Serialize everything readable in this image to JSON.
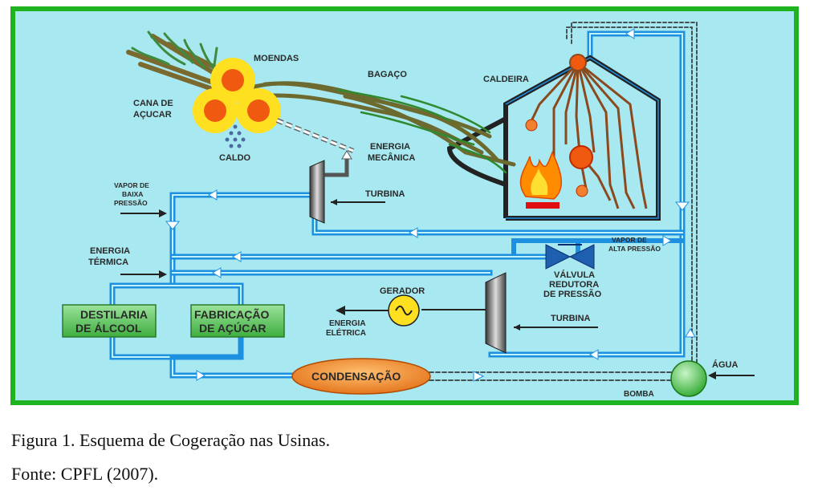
{
  "labels": {
    "moendas": "MOENDAS",
    "bagaco": "BAGAÇO",
    "caldeira": "CALDEIRA",
    "cana_line1": "CANA DE",
    "cana_line2": "AÇUCAR",
    "caldo": "CALDO",
    "energia_mec_line1": "ENERGIA",
    "energia_mec_line2": "MECÂNICA",
    "vapor_baixa_line1": "VAPOR DE",
    "vapor_baixa_line2": "BAIXA",
    "vapor_baixa_line3": "PRESSÃO",
    "turbina_top": "TURBINA",
    "energia_term_line1": "ENERGIA",
    "energia_term_line2": "TÉRMICA",
    "vapor_alta_line1": "VAPOR DE",
    "vapor_alta_line2": "ALTA PRESSÃO",
    "valvula_line1": "VÁLVULA",
    "valvula_line2": "REDUTORA",
    "valvula_line3": "DE PRESSÃO",
    "gerador": "GERADOR",
    "destilaria_line1": "DESTILARIA",
    "destilaria_line2": "DE ÁLCOOL",
    "fabricacao_line1": "FABRICAÇÃO",
    "fabricacao_line2": "DE AÇÚCAR",
    "energia_elet_line1": "ENERGIA",
    "energia_elet_line2": "ELÉTRICA",
    "turbina_bottom": "TURBINA",
    "agua": "ÁGUA",
    "condensacao": "CONDENSAÇÃO",
    "bomba": "BOMBA"
  },
  "caption": {
    "figure": "Figura 1. Esquema de Cogeração nas Usinas.",
    "source": "Fonte: CPFL (2007)."
  },
  "colors": {
    "background": "#a8e8f0",
    "frame": "#1fb31f",
    "pipe": "#1e90e0",
    "box_green": "#5fc35f",
    "condensacao": "#f08a1e",
    "moenda_yellow": "#ffe020",
    "moenda_orange": "#f05a10"
  }
}
